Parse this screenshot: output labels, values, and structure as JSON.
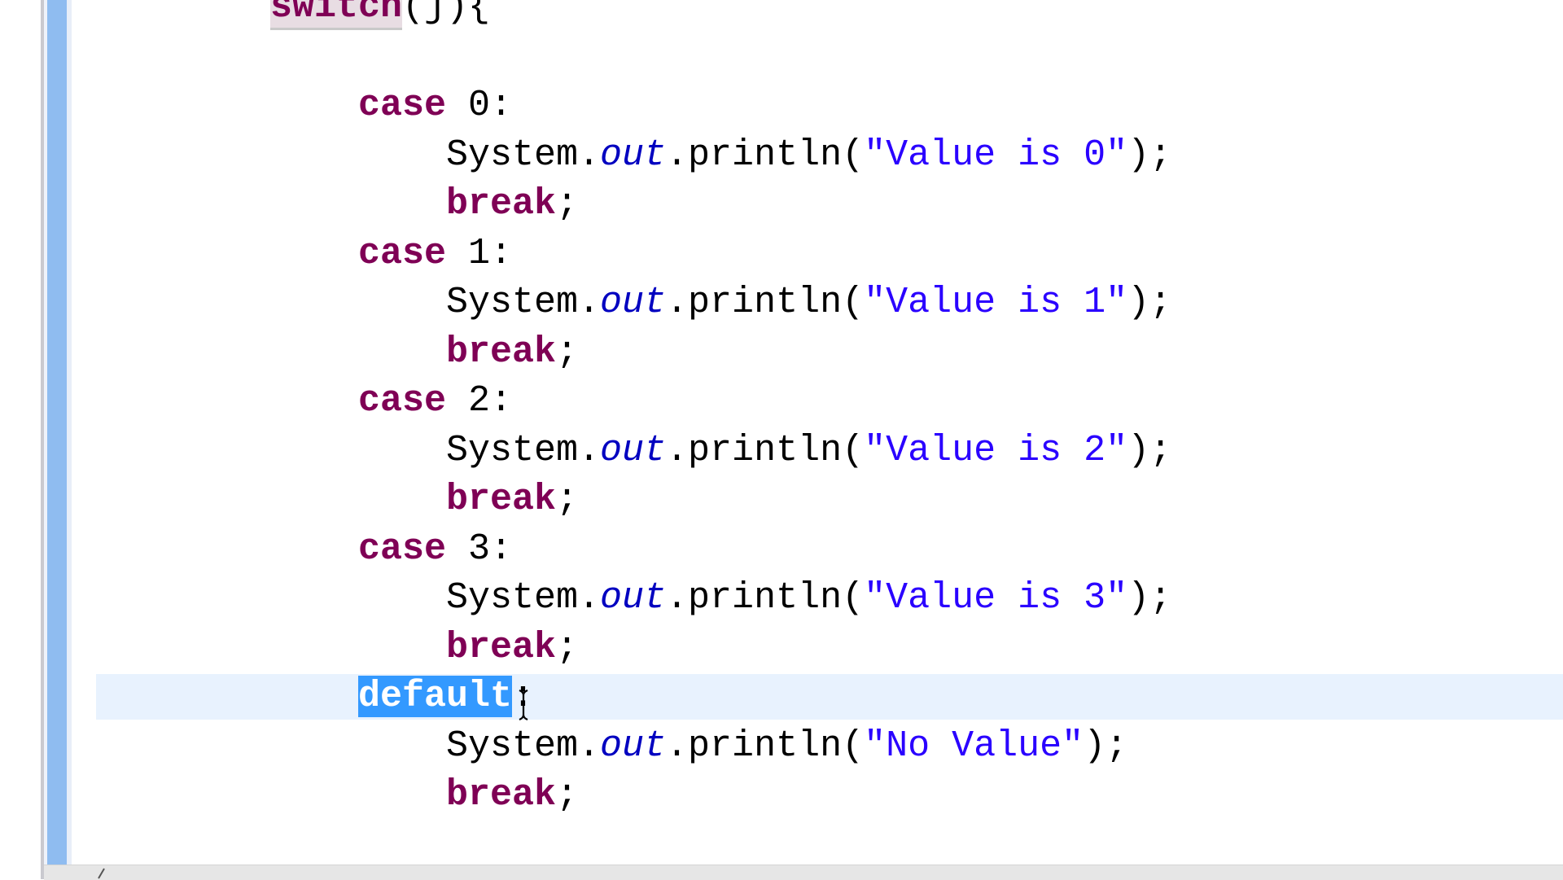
{
  "editor": {
    "language": "java",
    "colors": {
      "keyword": "#7f0055",
      "string": "#2a00ff",
      "static_field": "#0000c0",
      "selection": "#3399ff",
      "current_line": "#e8f2fe",
      "overview_bar": "#8fbcf0"
    },
    "lines": [
      {
        "indent": 0,
        "parts": [
          {
            "t": "switch",
            "c": "kw occ"
          },
          {
            "t": "(j){",
            "c": ""
          }
        ]
      },
      {
        "indent": 0,
        "parts": []
      },
      {
        "indent": 1,
        "parts": [
          {
            "t": "case",
            "c": "kw"
          },
          {
            "t": " 0:",
            "c": ""
          }
        ]
      },
      {
        "indent": 2,
        "parts": [
          {
            "t": "System.",
            "c": ""
          },
          {
            "t": "out",
            "c": "field"
          },
          {
            "t": ".println(",
            "c": ""
          },
          {
            "t": "\"Value is 0\"",
            "c": "str"
          },
          {
            "t": ");",
            "c": ""
          }
        ]
      },
      {
        "indent": 2,
        "parts": [
          {
            "t": "break",
            "c": "kw"
          },
          {
            "t": ";",
            "c": ""
          }
        ]
      },
      {
        "indent": 1,
        "parts": [
          {
            "t": "case",
            "c": "kw"
          },
          {
            "t": " 1:",
            "c": ""
          }
        ]
      },
      {
        "indent": 2,
        "parts": [
          {
            "t": "System.",
            "c": ""
          },
          {
            "t": "out",
            "c": "field"
          },
          {
            "t": ".println(",
            "c": ""
          },
          {
            "t": "\"Value is 1\"",
            "c": "str"
          },
          {
            "t": ");",
            "c": ""
          }
        ]
      },
      {
        "indent": 2,
        "parts": [
          {
            "t": "break",
            "c": "kw"
          },
          {
            "t": ";",
            "c": ""
          }
        ]
      },
      {
        "indent": 1,
        "parts": [
          {
            "t": "case",
            "c": "kw"
          },
          {
            "t": " 2:",
            "c": ""
          }
        ]
      },
      {
        "indent": 2,
        "parts": [
          {
            "t": "System.",
            "c": ""
          },
          {
            "t": "out",
            "c": "field"
          },
          {
            "t": ".println(",
            "c": ""
          },
          {
            "t": "\"Value is 2\"",
            "c": "str"
          },
          {
            "t": ");",
            "c": ""
          }
        ]
      },
      {
        "indent": 2,
        "parts": [
          {
            "t": "break",
            "c": "kw"
          },
          {
            "t": ";",
            "c": ""
          }
        ]
      },
      {
        "indent": 1,
        "parts": [
          {
            "t": "case",
            "c": "kw"
          },
          {
            "t": " 3:",
            "c": ""
          }
        ]
      },
      {
        "indent": 2,
        "parts": [
          {
            "t": "System.",
            "c": ""
          },
          {
            "t": "out",
            "c": "field"
          },
          {
            "t": ".println(",
            "c": ""
          },
          {
            "t": "\"Value is 3\"",
            "c": "str"
          },
          {
            "t": ");",
            "c": ""
          }
        ]
      },
      {
        "indent": 2,
        "parts": [
          {
            "t": "break",
            "c": "kw"
          },
          {
            "t": ";",
            "c": ""
          }
        ]
      },
      {
        "indent": 1,
        "parts": [
          {
            "t": "default",
            "c": "kw sel"
          },
          {
            "t": ":",
            "c": ""
          }
        ]
      },
      {
        "indent": 2,
        "parts": [
          {
            "t": "System.",
            "c": ""
          },
          {
            "t": "out",
            "c": "field"
          },
          {
            "t": ".println(",
            "c": ""
          },
          {
            "t": "\"No Value\"",
            "c": "str"
          },
          {
            "t": ");",
            "c": ""
          }
        ]
      },
      {
        "indent": 2,
        "parts": [
          {
            "t": "break",
            "c": "kw"
          },
          {
            "t": ";",
            "c": ""
          }
        ]
      }
    ],
    "selected_text": "default",
    "current_line_index": 14
  }
}
